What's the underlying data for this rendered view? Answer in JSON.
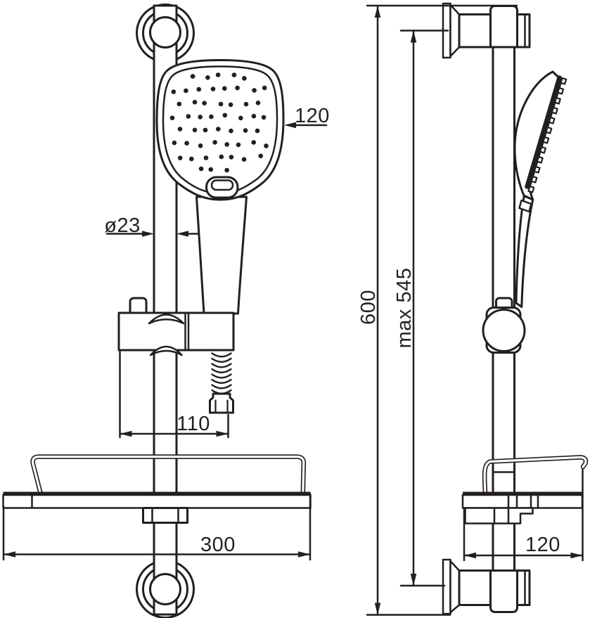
{
  "drawing": {
    "subject": "shower slide bar set with hand shower, slider holder and soap shelf",
    "background_color": "#ffffff",
    "line_color": "#231f20",
    "views": {
      "front": {
        "name": "front view",
        "dimensions": {
          "hand_shower_width": "120",
          "rail_diameter": "ø23",
          "holder_offset": "110",
          "shelf_width": "300"
        }
      },
      "side": {
        "name": "side view",
        "dimensions": {
          "overall_height": "600",
          "max_bracket_distance": "max 545",
          "shelf_depth": "120"
        }
      }
    }
  }
}
